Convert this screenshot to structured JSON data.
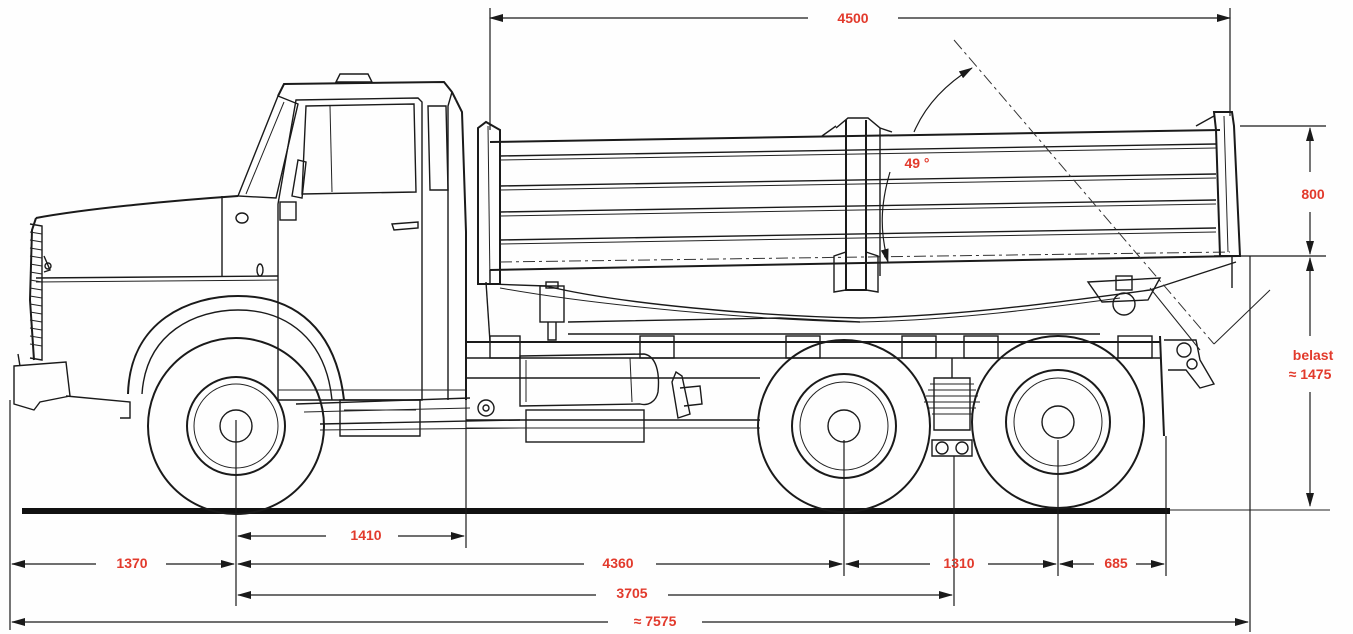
{
  "colors": {
    "line": "#1a1a1a",
    "dimension_text": "#e23a2c",
    "background": "#fefefe"
  },
  "dimensions": {
    "body_length": "4500",
    "side_height": "800",
    "tip_angle": "49 °",
    "belast_label": "belast",
    "belast_value": "≈ 1475",
    "cab_to_axle": "1410",
    "front_overhang": "1370",
    "wheelbase_total": "4360",
    "bogie_spacing": "1310",
    "rear_overhang": "685",
    "wheelbase_mid": "3705",
    "overall_length": "≈ 7575"
  }
}
